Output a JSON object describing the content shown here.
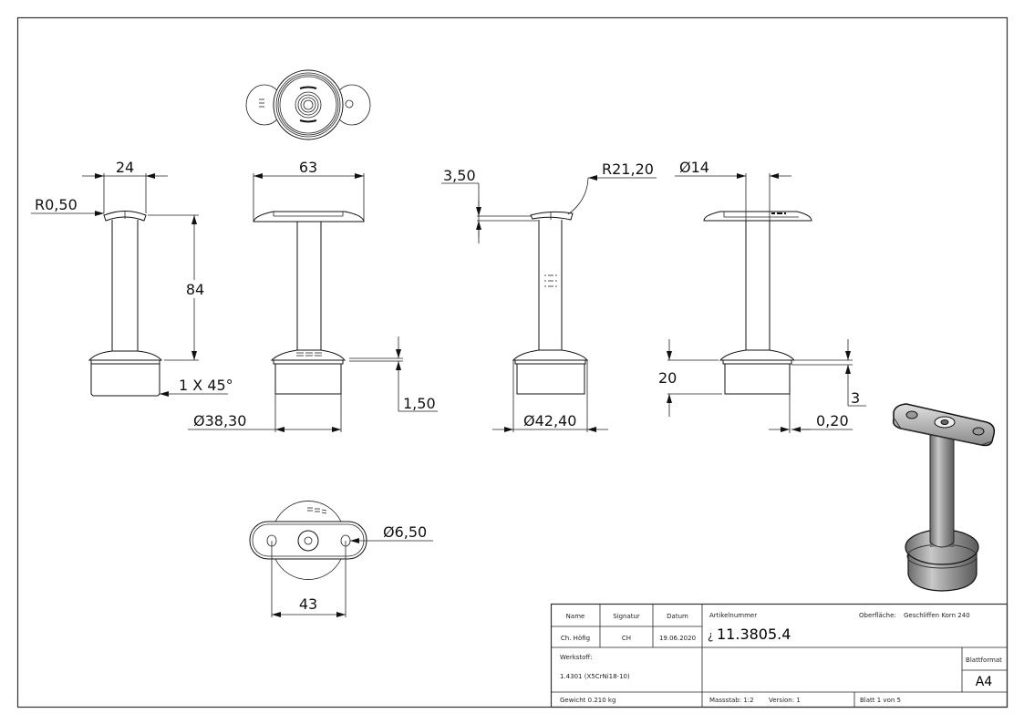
{
  "drawing": {
    "dimensions": {
      "d_24": "24",
      "r_050": "R0,50",
      "d_84": "84",
      "chamfer": "1 X 45°",
      "dia_3830": "Ø38,30",
      "d_63": "63",
      "d_150": "1,50",
      "d_350": "3,50",
      "r_2120": "R21,20",
      "dia_4240": "Ø42,40",
      "dia_14": "Ø14",
      "d_20": "20",
      "d_3": "3",
      "d_020": "0,20",
      "dia_650": "Ø6,50",
      "d_43": "43"
    }
  },
  "title_block": {
    "headers": {
      "name": "Name",
      "signatur": "Signatur",
      "datum": "Datum"
    },
    "values": {
      "name": "Ch. Höfig",
      "signatur": "CH",
      "datum": "19.06.2020"
    },
    "artikelnummer_label": "Artikelnummer",
    "artikelnummer": "11.3805.4",
    "artikelnummer_prefix": "¿",
    "oberflaeche_label": "Oberfläche:",
    "oberflaeche": "Geschliffen Korn 240",
    "werkstoff_label": "Werkstoff:",
    "werkstoff": "1.4301 (X5CrNi18-10)",
    "blattformat_label": "Blattformat",
    "blattformat": "A4",
    "gewicht": "Gewicht 0.210 kg",
    "massstab": "Massstab: 1:2",
    "version": "Version: 1",
    "blatt": "Blatt 1 von 5"
  }
}
